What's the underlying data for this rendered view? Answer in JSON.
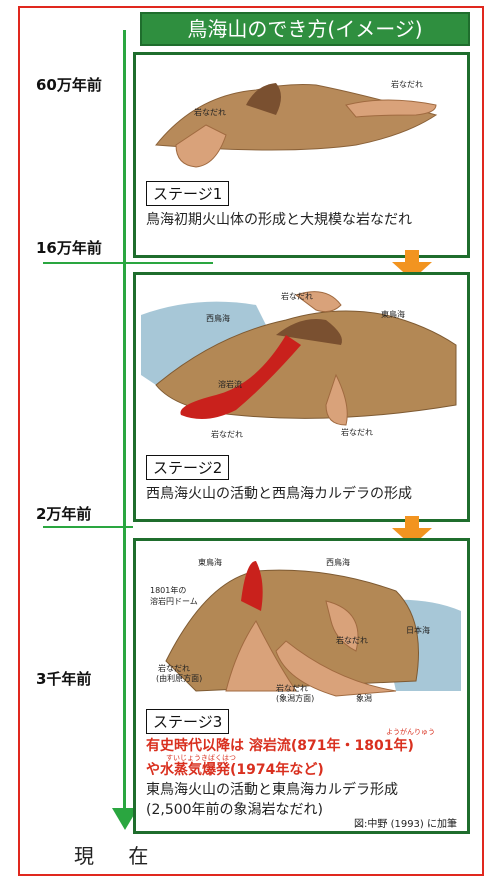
{
  "title": "鳥海山のでき方(イメージ)",
  "timeline": {
    "labels": [
      "60万年前",
      "16万年前",
      "2万年前",
      "3千年前"
    ],
    "end_label": "現 在"
  },
  "stages": [
    {
      "label": "ステージ1",
      "description": "鳥海初期火山体の形成と大規模な岩なだれ",
      "illustration_labels": [
        "岩なだれ",
        "岩なだれ"
      ]
    },
    {
      "label": "ステージ2",
      "description": "西鳥海火山の活動と西鳥海カルデラの形成",
      "illustration_labels": [
        "岩なだれ",
        "西鳥海",
        "東鳥海",
        "溶岩流",
        "岩なだれ",
        "岩なだれ"
      ]
    },
    {
      "label": "ステージ3",
      "highlight_line1": "有史時代以降は 溶岩流(871年・1801年)",
      "highlight_line2": "や水蒸気爆発(1974年など)",
      "ruby1": "ようがんりゅう",
      "ruby2": "すいじょうきばくはつ",
      "description_line1": "東鳥海火山の活動と東鳥海カルデラ形成",
      "description_line2": "(2,500年前の象潟岩なだれ)",
      "credit": "図:中野 (1993) に加筆",
      "illustration_labels": [
        "東鳥海",
        "西鳥海",
        "1801年の",
        "溶岩円ドーム",
        "日本海",
        "岩なだれ",
        "岩なだれ",
        "(由利原方面)",
        "岩なだれ",
        "(象潟方面)",
        "象潟"
      ]
    }
  ],
  "colors": {
    "green": "#2aa640",
    "dark_green": "#1f6d2d",
    "orange": "#f29420",
    "red": "#d9301f",
    "border_red": "#e0281e"
  }
}
